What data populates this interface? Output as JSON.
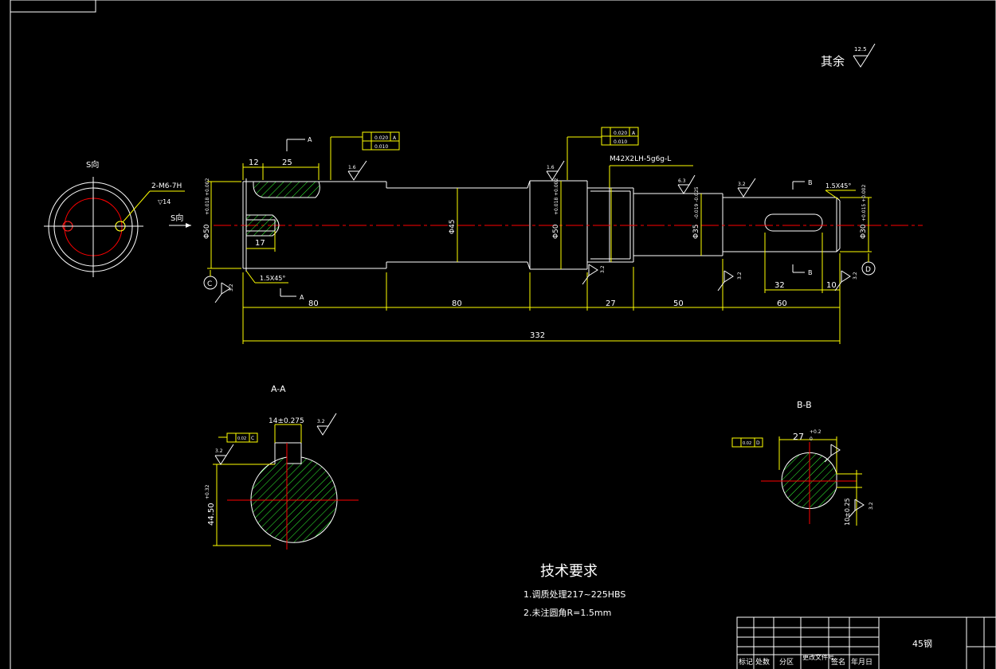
{
  "drawing": {
    "surface_note": {
      "label": "其余",
      "roughness": "12.5"
    },
    "views": {
      "end_view": "S向",
      "section_a": "A-A",
      "section_b": "B-B",
      "section_arrow_s": "S向"
    },
    "annotations": {
      "hole_callout": "2-M6-7H",
      "hole_depth": "▽14",
      "thread": "M42X2LH-5g6g-L",
      "chamfer_right": "1.5X45°",
      "chamfer_left": "1.5X45°",
      "marker_a_top": "A",
      "marker_a_bottom": "A",
      "marker_b_top": "B",
      "marker_b_bottom": "B",
      "datum_c": "C",
      "datum_d": "D",
      "key_width_a": "14±0.275",
      "key_width_b": "27",
      "key_width_b_tol": "+0.2",
      "key_width_b_tol_low": "0",
      "depth_a": "44.50",
      "depth_a_tol": "+0.32",
      "depth_b": "10±0.25"
    },
    "diameters": {
      "d50_left": "Φ50",
      "d50_left_tol": "+0.018 +0.002",
      "d45": "Φ45",
      "d50_mid": "Φ50",
      "d50_mid_tol": "+0.018 +0.002",
      "d35": "Φ35",
      "d35_tol": "-0.019 -0.025",
      "d30": "Φ30",
      "d30_tol": "+0.015 +0.002"
    },
    "dimensions": {
      "d12": "12",
      "d25": "25",
      "d17": "17",
      "d80a": "80",
      "d80b": "80",
      "d27": "27",
      "d50": "50",
      "d60": "60",
      "d32": "32",
      "d10": "10",
      "d332": "332"
    },
    "roughness": {
      "r16a": "1.6",
      "r16b": "1.6",
      "r63": "6.3",
      "r32a": "3.2",
      "r32b": "3.2",
      "r32c": "3.2",
      "r32d": "3.2",
      "r32e": "3.2",
      "r32f": "3.2",
      "r32g": "3.2",
      "r32h": "3.2"
    },
    "tolerance_frames": {
      "f1_row1": "0.020",
      "f1_row2": "0.010",
      "f1_datum": "A",
      "f2_row1": "0.020",
      "f2_row2": "0.010",
      "f2_datum": "A",
      "f3_value": "0.02",
      "f3_datum": "C",
      "f4_value": "0.02",
      "f4_datum": "D"
    },
    "technical_requirements": {
      "heading": "技术要求",
      "line1": "1.调质处理217~225HBS",
      "line2": "2.未注圆角R=1.5mm"
    },
    "title_block": {
      "material": "45钢",
      "headers": [
        "标记",
        "处数",
        "分区",
        "更改文件号",
        "签名",
        "年月日"
      ]
    }
  }
}
